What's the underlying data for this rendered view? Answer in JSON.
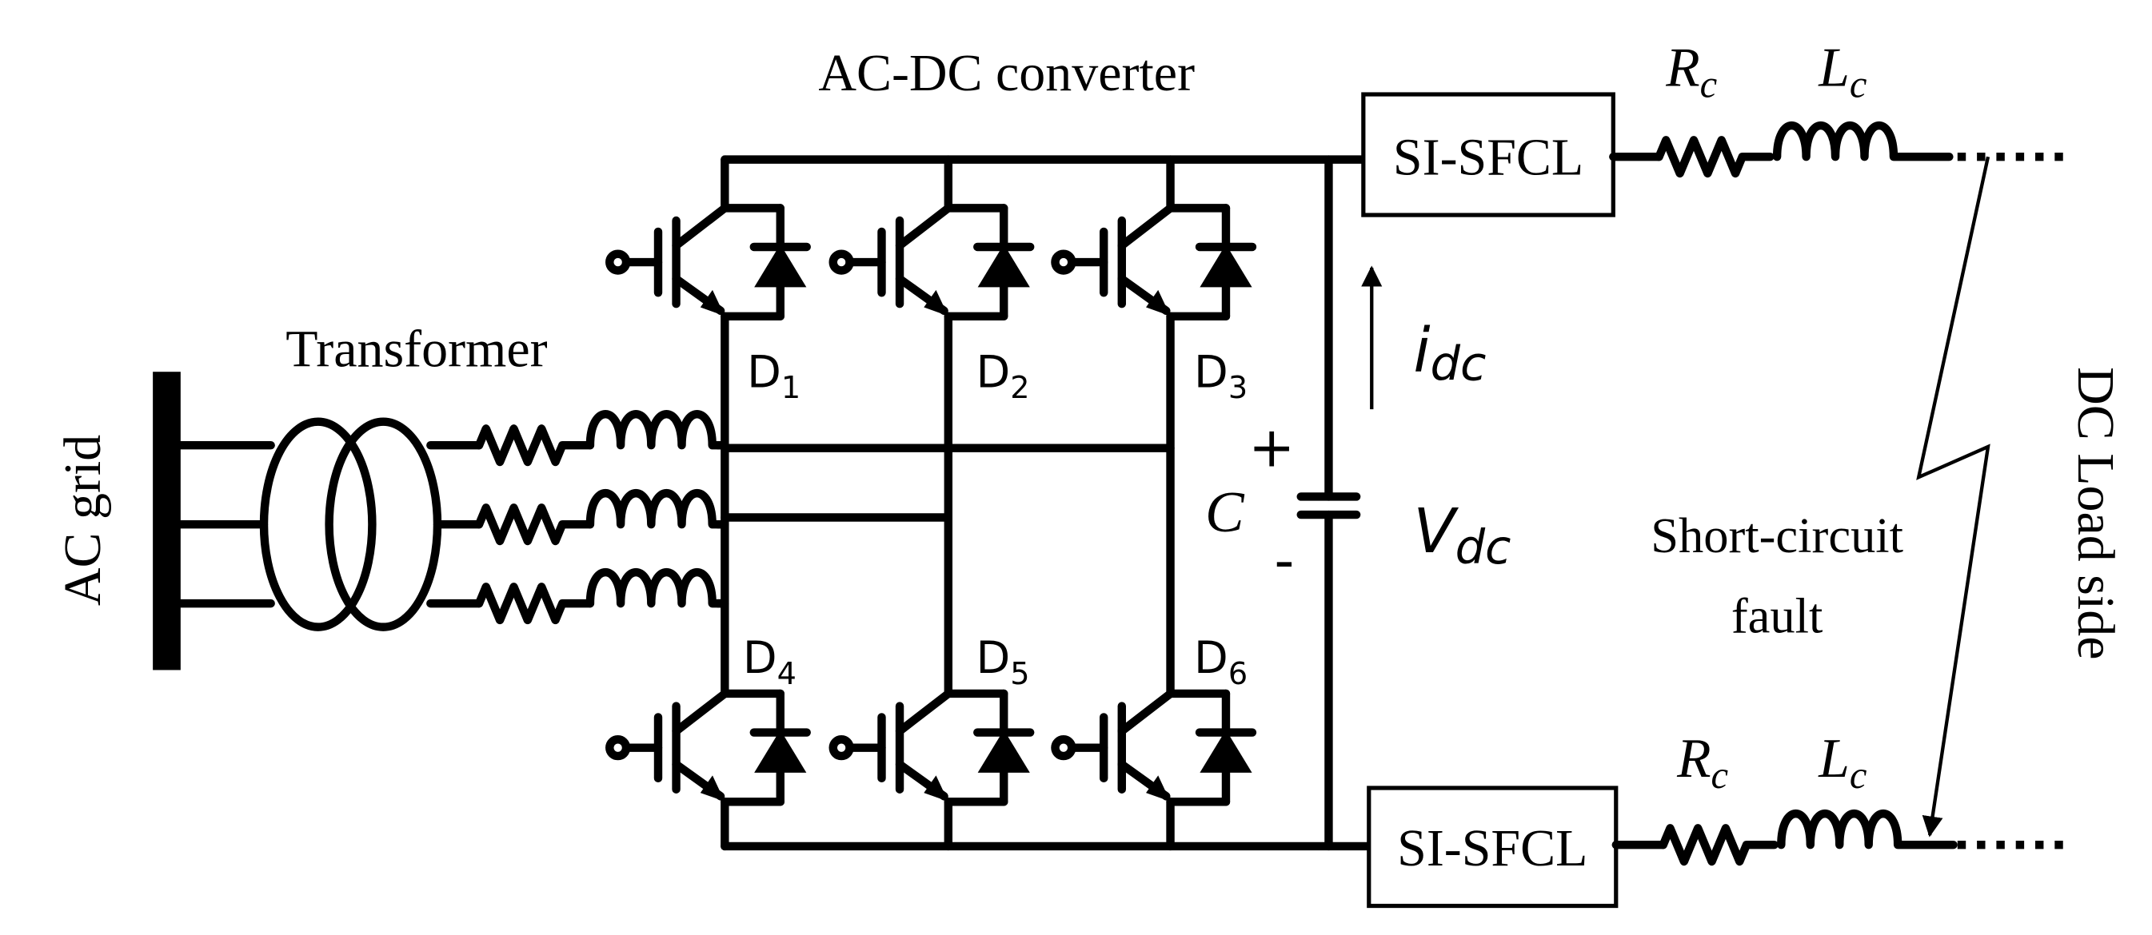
{
  "diagram": {
    "title": "AC-DC converter",
    "ac_grid_label": "AC grid",
    "transformer_label": "Transformer",
    "diodes": [
      {
        "letter": "D",
        "sub": "1"
      },
      {
        "letter": "D",
        "sub": "2"
      },
      {
        "letter": "D",
        "sub": "3"
      },
      {
        "letter": "D",
        "sub": "4"
      },
      {
        "letter": "D",
        "sub": "5"
      },
      {
        "letter": "D",
        "sub": "6"
      }
    ],
    "current": {
      "letter": "i",
      "sub": "dc"
    },
    "voltage": {
      "letter": "V",
      "sub": "dc"
    },
    "capacitor": {
      "label": "C",
      "plus": "+",
      "minus": "-"
    },
    "sfcl_top": "SI-SFCL",
    "sfcl_bottom": "SI-SFCL",
    "resistor": {
      "letter": "R",
      "sub": "c"
    },
    "inductor": {
      "letter": "L",
      "sub": "c"
    },
    "fault_label_line1": "Short-circuit",
    "fault_label_line2": "fault",
    "load_side_label": "DC Load side"
  }
}
